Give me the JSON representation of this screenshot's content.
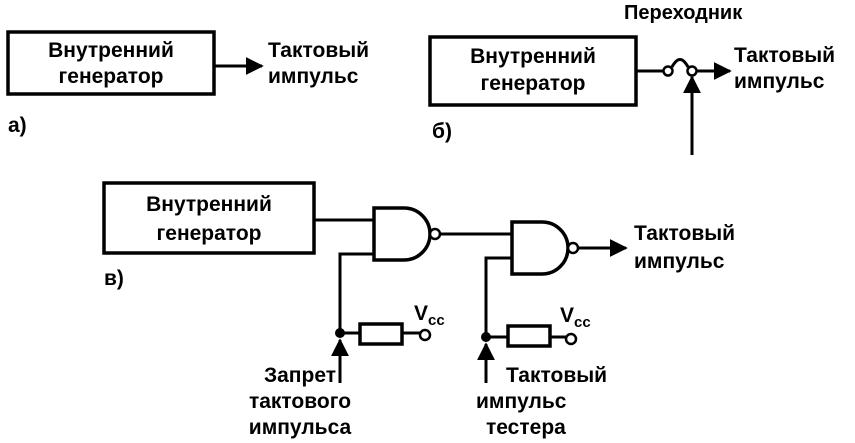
{
  "part_a": {
    "tag": "а)",
    "generator": [
      "Внутренний",
      "генератор"
    ],
    "output": [
      "Тактовый",
      "импульс"
    ]
  },
  "part_b": {
    "tag": "б)",
    "adapter": "Переходник",
    "generator": [
      "Внутренний",
      "генератор"
    ],
    "output": [
      "Тактовый",
      "импульс"
    ]
  },
  "part_c": {
    "tag": "в)",
    "generator": [
      "Внутренний",
      "генератор"
    ],
    "output": [
      "Тактовый",
      "импульс"
    ],
    "vcc1": {
      "base": "V",
      "sub": "cc"
    },
    "vcc2": {
      "base": "V",
      "sub": "cc"
    },
    "inhibit": [
      "Запрет",
      "тактового",
      "импульса"
    ],
    "tester": [
      "Тактовый",
      "импульс",
      "тестера"
    ]
  },
  "colors": {
    "ink": "#000000",
    "paper": "#ffffff"
  }
}
